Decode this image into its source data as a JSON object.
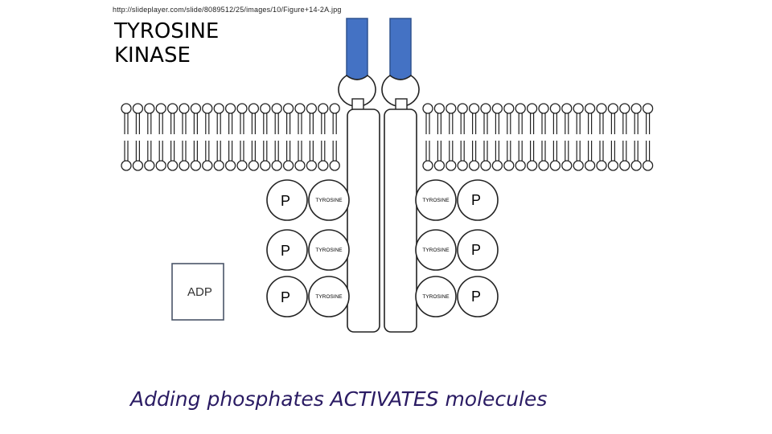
{
  "source_url": "http://slideplayer.com/slide/8089512/25/images/10/Figure+14-2A.jpg",
  "title": {
    "line1": "TYROSINE",
    "line2": "KINASE"
  },
  "caption": "Adding phosphates ACTIVATES molecules",
  "adp_box": {
    "label": "ADP"
  },
  "receptor": {
    "left_residues": [
      {
        "phosphate": "P",
        "residue": "TYROSINE"
      },
      {
        "phosphate": "P",
        "residue": "TYROSINE"
      },
      {
        "phosphate": "P",
        "residue": "TYROSINE"
      }
    ],
    "right_residues": [
      {
        "phosphate": "P",
        "residue": "TYROSINE"
      },
      {
        "phosphate": "P",
        "residue": "TYROSINE"
      },
      {
        "phosphate": "P",
        "residue": "TYROSINE"
      }
    ]
  },
  "colors": {
    "ligand": "#4472c4",
    "ligand_border": "#2f528f",
    "caption": "#2a1b63",
    "outline": "#222222"
  }
}
